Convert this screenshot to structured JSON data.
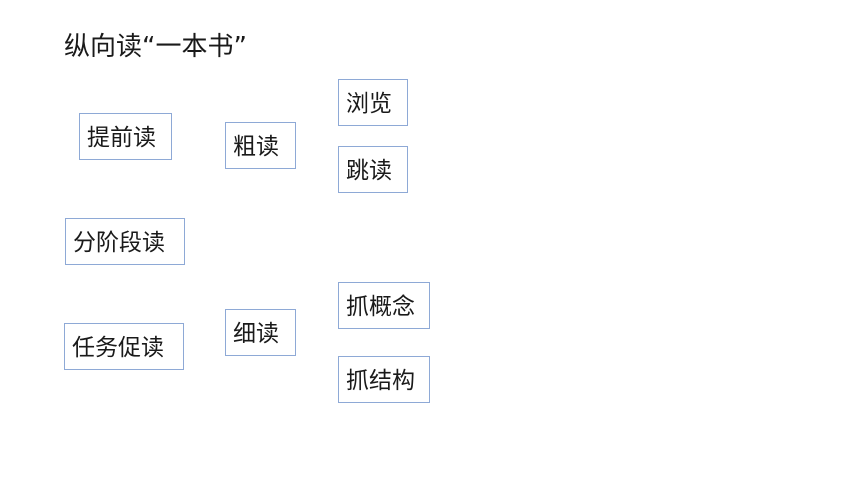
{
  "title": "纵向读“一本书”",
  "boxes": {
    "tiqiandu": "提前读",
    "fenjieduandu": "分阶段读",
    "renwucudu": "任务促读",
    "cudu": "粗读",
    "xidu": "细读",
    "liulan": "浏览",
    "tiaodu": "跳读",
    "zhuagainian": "抓概念",
    "zhuajiegou": "抓结构"
  },
  "colors": {
    "box_border": "#8ea9d6",
    "text": "#1a1a1a",
    "background": "#ffffff"
  }
}
